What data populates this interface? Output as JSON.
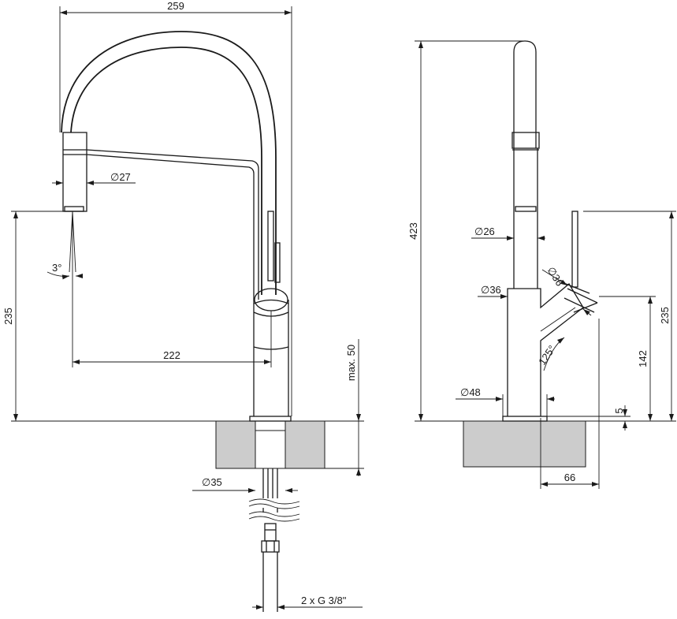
{
  "dimensions": {
    "overall_width": "259",
    "spray_diameter": "∅27",
    "spray_height": "235",
    "spray_angle": "3°",
    "reach": "222",
    "counter_max": "max. 50",
    "shank_diameter": "∅35",
    "connection": "2 x G 3/8\"",
    "overall_height": "423",
    "upper_tube_diameter": "∅26",
    "body_upper_diameter": "∅36",
    "lever_diameter": "∅36",
    "base_diameter": "∅48",
    "lever_angle": "125°",
    "side_height_235": "235",
    "lever_height": "142",
    "base_offset": "5",
    "lever_projection": "66"
  },
  "colors": {
    "counter_fill": "#cccccc",
    "line": "#1a1a1a"
  }
}
